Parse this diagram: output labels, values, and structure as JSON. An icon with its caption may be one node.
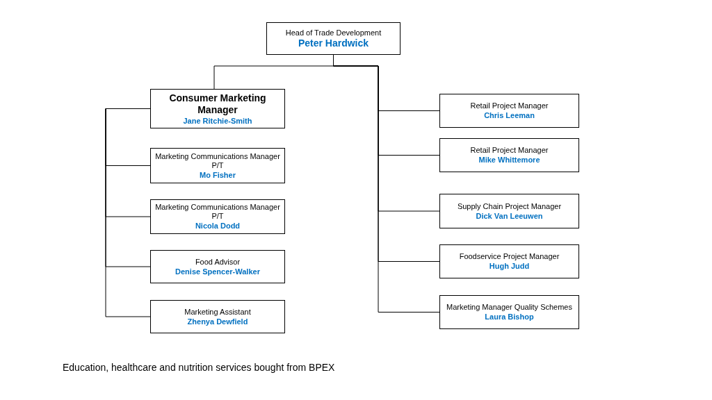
{
  "diagram": {
    "caption": "Education, healthcare and nutrition services bought from BPEX",
    "nodes": [
      {
        "text": [
          "Head of Trade Development",
          "Peter Hardwick"
        ]
      },
      {
        "text": [
          "Consumer Marketing Manager",
          "Jane Ritchie-Smith"
        ]
      },
      {
        "text": [
          "Marketing Communications Manager P/T",
          "Mo Fisher"
        ]
      },
      {
        "text": [
          "Marketing Communications Manager P/T",
          "Nicola Dodd"
        ]
      },
      {
        "text": [
          "Food Advisor",
          "Denise Spencer-Walker"
        ]
      },
      {
        "text": [
          "Marketing Assistant",
          "Zhenya Dewfield"
        ]
      },
      {
        "text": [
          "Retail Project Manager",
          "Chris Leeman"
        ]
      },
      {
        "text": [
          "Retail Project Manager",
          "Mike Whittemore"
        ]
      },
      {
        "text": [
          "Supply Chain Project Manager",
          "Dick Van Leeuwen"
        ]
      },
      {
        "text": [
          "Foodservice Project Manager",
          "Hugh Judd"
        ]
      },
      {
        "text": [
          "Marketing Manager Quality Schemes",
          "Laura Bishop"
        ]
      }
    ],
    "edges": [
      {
        "from": 0,
        "to": 1,
        "arrow": "none"
      },
      {
        "from": 1,
        "to": 2,
        "arrow": "none"
      },
      {
        "from": 1,
        "to": 3,
        "arrow": "none"
      },
      {
        "from": 1,
        "to": 4,
        "arrow": "none"
      },
      {
        "from": 1,
        "to": 5,
        "arrow": "none"
      },
      {
        "from": 0,
        "to": 6,
        "arrow": "none"
      },
      {
        "from": 0,
        "to": 7,
        "arrow": "none"
      },
      {
        "from": 0,
        "to": 8,
        "arrow": "none"
      },
      {
        "from": 0,
        "to": 9,
        "arrow": "none"
      },
      {
        "from": 0,
        "to": 10,
        "arrow": "none"
      }
    ]
  }
}
